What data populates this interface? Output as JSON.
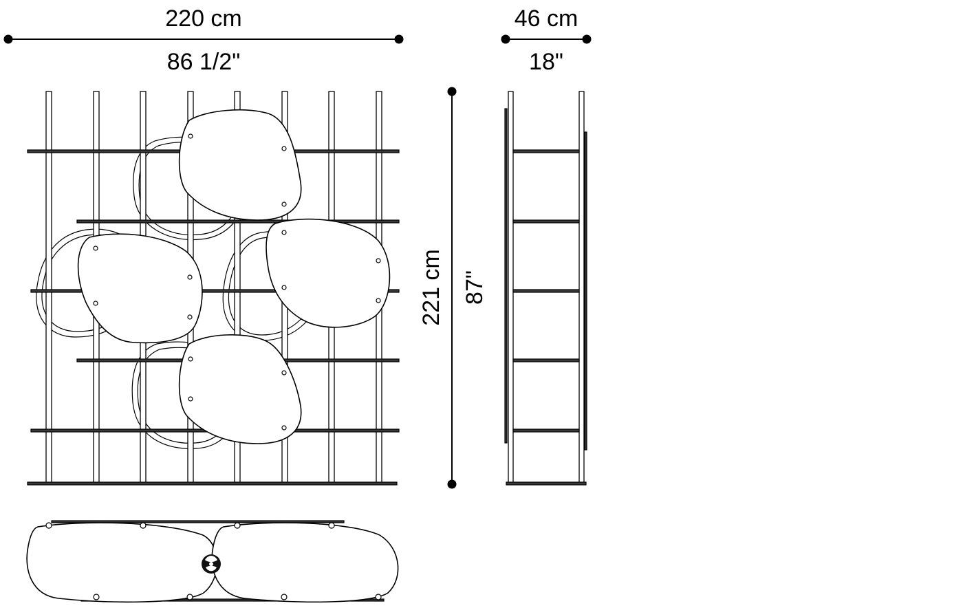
{
  "dimensions": {
    "width_cm": "220 cm",
    "width_in": "86 1/2\"",
    "depth_cm": "46 cm",
    "depth_in": "18\"",
    "height_cm": "221 cm",
    "height_in": "87\""
  },
  "views": {
    "front": {
      "posts": 8,
      "shelves": 5,
      "stones": 4
    },
    "side": {
      "shelves": 5
    },
    "top": {
      "stones": 2
    }
  },
  "colors": {
    "line": "#000000",
    "background": "#ffffff",
    "shelf_fill": "#3a3a3a"
  },
  "logo": {
    "icon": "brand-logo-icon"
  }
}
